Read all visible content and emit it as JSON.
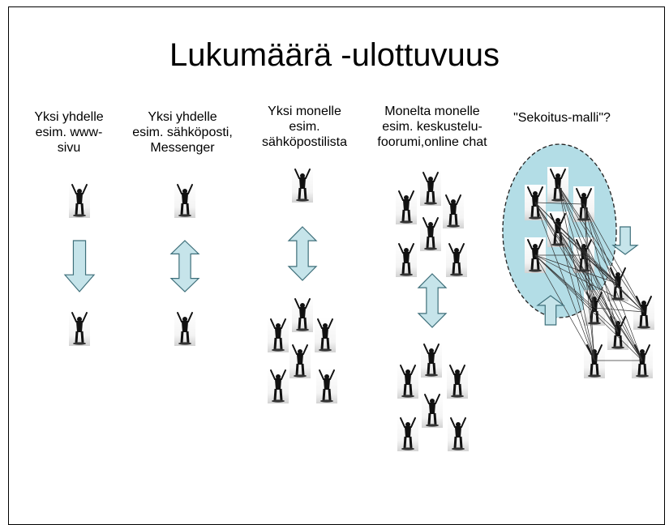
{
  "slide": {
    "title": "Lukumäärä -ulottuvuus",
    "columns": [
      {
        "line1": "Yksi yhdelle",
        "line2": "esim. www-",
        "line3": "sivu"
      },
      {
        "line1": "Yksi yhdelle",
        "line2": "esim. sähköposti,",
        "line3": "Messenger"
      },
      {
        "line1": "Yksi monelle",
        "line2": "esim.",
        "line3": "sähköpostilista"
      },
      {
        "line1": "Monelta monelle",
        "line2": "esim. keskustelu-",
        "line3": "foorumi,online chat"
      },
      {
        "line1": "\"Sekoitus-malli\"?",
        "line2": "",
        "line3": ""
      }
    ]
  },
  "colors": {
    "arrow_fill": "#c6e4ea",
    "arrow_stroke": "#3e6f7a",
    "ellipse_fill": "#b3dde6",
    "figure": "#111111"
  },
  "icons": {
    "person": "person-arms-raised-icon",
    "arrow_down": "arrow-down-icon",
    "arrow_up": "arrow-up-icon",
    "arrow_double": "double-arrow-vertical-icon"
  }
}
